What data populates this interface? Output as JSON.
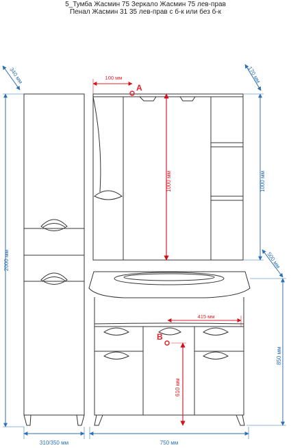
{
  "header": {
    "line1": "5_Тумба Жасмин 75  Зеркало Жасмин 75 лев-прав",
    "line2": "Пенал Жасмин 31 35 лев-прав с б-к или без б-к"
  },
  "dims": {
    "d340": "340 мм",
    "d2000": "2000 мм",
    "d310_350": "310/350 мм",
    "d100": "100 мм",
    "d1000_center": "1000 мм",
    "d170": "170 мм",
    "d1000_right": "1000 мм",
    "d500": "500 мм",
    "d415": "415 мм",
    "d850": "850 мм",
    "d610": "610 мм",
    "d750": "750 мм"
  },
  "points": {
    "a": "A",
    "b": "B"
  },
  "colors": {
    "outline": "#333333",
    "dim_blue": "#2c6fb3",
    "dim_red": "#e0202a",
    "arrow_red": "#d0101a"
  }
}
